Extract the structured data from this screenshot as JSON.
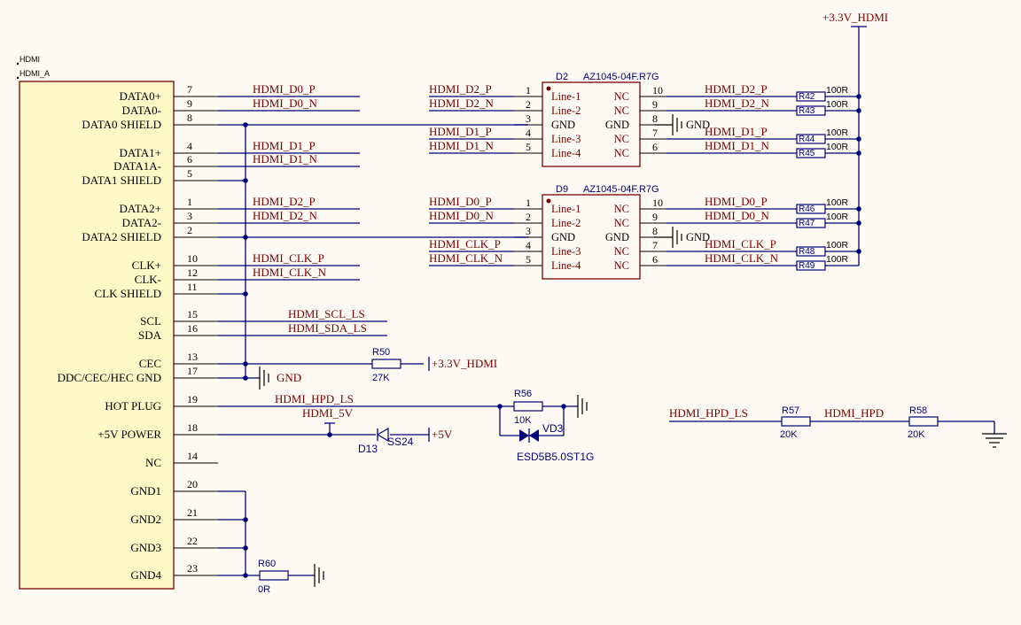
{
  "connector": {
    "ref": "HDMI",
    "footprint": "HDMI_A",
    "pins": [
      {
        "num": "7",
        "name": "DATA0+",
        "net": "HDMI_D0_P"
      },
      {
        "num": "9",
        "name": "DATA0-",
        "net": "HDMI_D0_N"
      },
      {
        "num": "8",
        "name": "DATA0 SHIELD",
        "net": ""
      },
      {
        "num": "4",
        "name": "DATA1+",
        "net": "HDMI_D1_P"
      },
      {
        "num": "6",
        "name": "DATA1A-",
        "net": "HDMI_D1_N"
      },
      {
        "num": "5",
        "name": "DATA1 SHIELD",
        "net": ""
      },
      {
        "num": "1",
        "name": "DATA2+",
        "net": "HDMI_D2_P"
      },
      {
        "num": "3",
        "name": "DATA2-",
        "net": "HDMI_D2_N"
      },
      {
        "num": "2",
        "name": "DATA2 SHIELD",
        "net": ""
      },
      {
        "num": "10",
        "name": "CLK+",
        "net": "HDMI_CLK_P"
      },
      {
        "num": "12",
        "name": "CLK-",
        "net": "HDMI_CLK_N"
      },
      {
        "num": "11",
        "name": "CLK SHIELD",
        "net": ""
      },
      {
        "num": "15",
        "name": "SCL",
        "net": "HDMI_SCL_LS"
      },
      {
        "num": "16",
        "name": "SDA",
        "net": "HDMI_SDA_LS"
      },
      {
        "num": "13",
        "name": "CEC",
        "net": ""
      },
      {
        "num": "17",
        "name": "DDC/CEC/HEC  GND",
        "net": ""
      },
      {
        "num": "19",
        "name": "HOT PLUG",
        "net": "HDMI_HPD_LS"
      },
      {
        "num": "18",
        "name": "+5V POWER",
        "net": "HDMI_5V"
      },
      {
        "num": "14",
        "name": "NC",
        "net": ""
      },
      {
        "num": "20",
        "name": "GND1",
        "net": ""
      },
      {
        "num": "21",
        "name": "GND2",
        "net": ""
      },
      {
        "num": "22",
        "name": "GND3",
        "net": ""
      },
      {
        "num": "23",
        "name": "GND4",
        "net": ""
      }
    ]
  },
  "esd_ics": [
    {
      "ref": "D2",
      "part": "AZ1045-04F.R7G",
      "left_pins": [
        {
          "num": "1",
          "name": "Line-1",
          "net": "HDMI_D2_P"
        },
        {
          "num": "2",
          "name": "Line-2",
          "net": "HDMI_D2_N"
        },
        {
          "num": "3",
          "name": "GND",
          "net": ""
        },
        {
          "num": "4",
          "name": "Line-3",
          "net": "HDMI_D1_P"
        },
        {
          "num": "5",
          "name": "Line-4",
          "net": "HDMI_D1_N"
        }
      ],
      "right_pins": [
        {
          "num": "10",
          "name": "NC",
          "net": "HDMI_D2_P",
          "res": "R42",
          "val": "100R"
        },
        {
          "num": "9",
          "name": "NC",
          "net": "HDMI_D2_N",
          "res": "R43",
          "val": "100R"
        },
        {
          "num": "8",
          "name": "GND",
          "net": "GND",
          "res": "",
          "val": ""
        },
        {
          "num": "7",
          "name": "NC",
          "net": "HDMI_D1_P",
          "res": "R44",
          "val": "100R"
        },
        {
          "num": "6",
          "name": "NC",
          "net": "HDMI_D1_N",
          "res": "R45",
          "val": "100R"
        }
      ]
    },
    {
      "ref": "D9",
      "part": "AZ1045-04F.R7G",
      "left_pins": [
        {
          "num": "1",
          "name": "Line-1",
          "net": "HDMI_D0_P"
        },
        {
          "num": "2",
          "name": "Line-2",
          "net": "HDMI_D0_N"
        },
        {
          "num": "3",
          "name": "GND",
          "net": ""
        },
        {
          "num": "4",
          "name": "Line-3",
          "net": "HDMI_CLK_P"
        },
        {
          "num": "5",
          "name": "Line-4",
          "net": "HDMI_CLK_N"
        }
      ],
      "right_pins": [
        {
          "num": "10",
          "name": "NC",
          "net": "HDMI_D0_P",
          "res": "R46",
          "val": "100R"
        },
        {
          "num": "9",
          "name": "NC",
          "net": "HDMI_D0_N",
          "res": "R47",
          "val": "100R"
        },
        {
          "num": "8",
          "name": "GND",
          "net": "GND",
          "res": "",
          "val": ""
        },
        {
          "num": "7",
          "name": "NC",
          "net": "HDMI_CLK_P",
          "res": "R48",
          "val": "100R"
        },
        {
          "num": "6",
          "name": "NC",
          "net": "HDMI_CLK_N",
          "res": "R49",
          "val": "100R"
        }
      ]
    }
  ],
  "power": {
    "rail_3v3": "+3.3V_HDMI",
    "rail_5v": "+5V",
    "gnd": "GND"
  },
  "cec": {
    "res": "R50",
    "val": "27K",
    "rail": "+3.3V_HDMI"
  },
  "hpd": {
    "res": "R56",
    "val": "10K",
    "tvs_ref": "VD3",
    "tvs_part": "ESD5B5.0ST1G"
  },
  "power5v": {
    "net": "HDMI_5V",
    "diode_ref": "D13",
    "diode_part": "SS24",
    "rail": "+5V"
  },
  "gnd_res": {
    "res": "R60",
    "val": "0R"
  },
  "hpd_divider": {
    "in_net": "HDMI_HPD_LS",
    "r1": "R57",
    "r1_val": "20K",
    "mid_net": "HDMI_HPD",
    "r2": "R58",
    "r2_val": "20K"
  }
}
